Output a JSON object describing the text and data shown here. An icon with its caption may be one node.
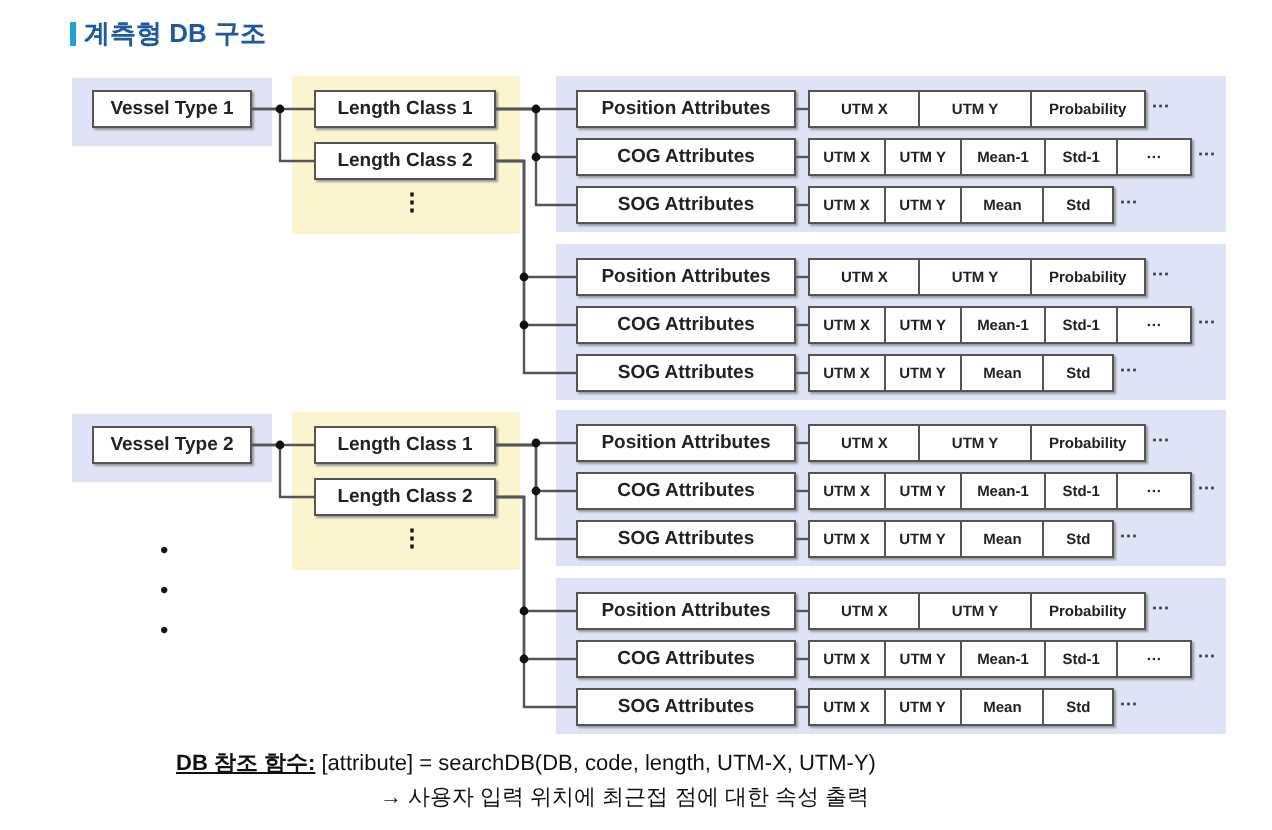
{
  "diagram": {
    "title": "계측형 DB 구조",
    "nodes": [
      {
        "text": [],
        "shape": "band"
      },
      {
        "text": [
          "Vessel Type 1"
        ],
        "in": 0
      },
      {
        "text": [],
        "shape": "band"
      },
      {
        "text": [
          "Length Class 1"
        ],
        "in": 2
      },
      {
        "text": [
          "Length Class 2"
        ],
        "in": 2
      },
      {
        "text": [],
        "shape": "band"
      },
      {
        "text": [
          "Position Attributes"
        ],
        "in": 5
      },
      {
        "text": [
          "UTM X",
          "UTM Y",
          "Probability"
        ],
        "in": 5,
        "beside": [
          "···"
        ]
      },
      {
        "text": [
          "COG Attributes"
        ],
        "in": 5
      },
      {
        "text": [
          "UTM X",
          "UTM Y",
          "Mean-1",
          "Std-1",
          "···"
        ],
        "in": 5,
        "beside": [
          "···"
        ]
      },
      {
        "text": [
          "SOG Attributes"
        ],
        "in": 5
      },
      {
        "text": [
          "UTM X",
          "UTM Y",
          "Mean",
          "Std"
        ],
        "in": 5,
        "beside": [
          "···"
        ]
      },
      {
        "text": [],
        "shape": "band"
      },
      {
        "text": [
          "Position Attributes"
        ],
        "in": 12
      },
      {
        "text": [
          "UTM X",
          "UTM Y",
          "Probability"
        ],
        "in": 12,
        "beside": [
          "···"
        ]
      },
      {
        "text": [
          "COG Attributes"
        ],
        "in": 12
      },
      {
        "text": [
          "UTM X",
          "UTM Y",
          "Mean-1",
          "Std-1",
          "···"
        ],
        "in": 12,
        "beside": [
          "···"
        ]
      },
      {
        "text": [
          "SOG Attributes"
        ],
        "in": 12
      },
      {
        "text": [
          "UTM X",
          "UTM Y",
          "Mean",
          "Std"
        ],
        "in": 12,
        "beside": [
          "···"
        ]
      },
      {
        "text": [],
        "shape": "band"
      },
      {
        "text": [
          "Vessel Type 2"
        ],
        "in": 19
      },
      {
        "text": [],
        "shape": "band"
      },
      {
        "text": [
          "Length Class 1"
        ],
        "in": 21
      },
      {
        "text": [
          "Length Class 2"
        ],
        "in": 21
      },
      {
        "text": [],
        "shape": "band"
      },
      {
        "text": [
          "Position Attributes"
        ],
        "in": 24
      },
      {
        "text": [
          "UTM X",
          "UTM Y",
          "Probability"
        ],
        "in": 24,
        "beside": [
          "···"
        ]
      },
      {
        "text": [
          "COG Attributes"
        ],
        "in": 24
      },
      {
        "text": [
          "UTM X",
          "UTM Y",
          "Mean-1",
          "Std-1",
          "···"
        ],
        "in": 24,
        "beside": [
          "···"
        ]
      },
      {
        "text": [
          "SOG Attributes"
        ],
        "in": 24
      },
      {
        "text": [
          "UTM X",
          "UTM Y",
          "Mean",
          "Std"
        ],
        "in": 24,
        "beside": [
          "···"
        ]
      },
      {
        "text": [],
        "shape": "band"
      },
      {
        "text": [
          "Position Attributes"
        ],
        "in": 31
      },
      {
        "text": [
          "UTM X",
          "UTM Y",
          "Probability"
        ],
        "in": 31,
        "beside": [
          "···"
        ]
      },
      {
        "text": [
          "COG Attributes"
        ],
        "in": 31
      },
      {
        "text": [
          "UTM X",
          "UTM Y",
          "Mean-1",
          "Std-1",
          "···"
        ],
        "in": 31,
        "beside": [
          "···"
        ]
      },
      {
        "text": [
          "SOG Attributes"
        ],
        "in": 31
      },
      {
        "text": [
          "UTM X",
          "UTM Y",
          "Mean",
          "Std"
        ],
        "in": 31,
        "beside": [
          "···"
        ]
      }
    ],
    "edges": [
      {
        "from": 1,
        "to": 3,
        "arrow": "none"
      },
      {
        "from": 1,
        "to": 4,
        "arrow": "none"
      },
      {
        "from": 3,
        "to": 6,
        "arrow": "none"
      },
      {
        "from": 3,
        "to": 8,
        "arrow": "none"
      },
      {
        "from": 3,
        "to": 10,
        "arrow": "none"
      },
      {
        "from": 4,
        "to": 13,
        "arrow": "none"
      },
      {
        "from": 4,
        "to": 15,
        "arrow": "none"
      },
      {
        "from": 4,
        "to": 17,
        "arrow": "none"
      },
      {
        "from": 6,
        "to": 7,
        "arrow": "none"
      },
      {
        "from": 8,
        "to": 9,
        "arrow": "none"
      },
      {
        "from": 10,
        "to": 11,
        "arrow": "none"
      },
      {
        "from": 13,
        "to": 14,
        "arrow": "none"
      },
      {
        "from": 15,
        "to": 16,
        "arrow": "none"
      },
      {
        "from": 17,
        "to": 18,
        "arrow": "none"
      },
      {
        "from": 20,
        "to": 22,
        "arrow": "none"
      },
      {
        "from": 20,
        "to": 23,
        "arrow": "none"
      },
      {
        "from": 22,
        "to": 25,
        "arrow": "none"
      },
      {
        "from": 22,
        "to": 27,
        "arrow": "none"
      },
      {
        "from": 22,
        "to": 29,
        "arrow": "none"
      },
      {
        "from": 23,
        "to": 32,
        "arrow": "none"
      },
      {
        "from": 23,
        "to": 34,
        "arrow": "none"
      },
      {
        "from": 23,
        "to": 36,
        "arrow": "none"
      },
      {
        "from": 25,
        "to": 26,
        "arrow": "none"
      },
      {
        "from": 27,
        "to": 28,
        "arrow": "none"
      },
      {
        "from": 29,
        "to": 30,
        "arrow": "none"
      },
      {
        "from": 32,
        "to": 33,
        "arrow": "none"
      },
      {
        "from": 34,
        "to": 35,
        "arrow": "none"
      },
      {
        "from": 36,
        "to": 37,
        "arrow": "none"
      }
    ],
    "labels": [
      "⋮",
      "⋮",
      "•",
      "•",
      "•",
      "**DB 참조 함수:** [attribute] = searchDB(DB, code, length, UTM-X, UTM-Y)",
      "→ 사용자 입력 위치에 최근접 점에 대한 속성 출력"
    ]
  }
}
